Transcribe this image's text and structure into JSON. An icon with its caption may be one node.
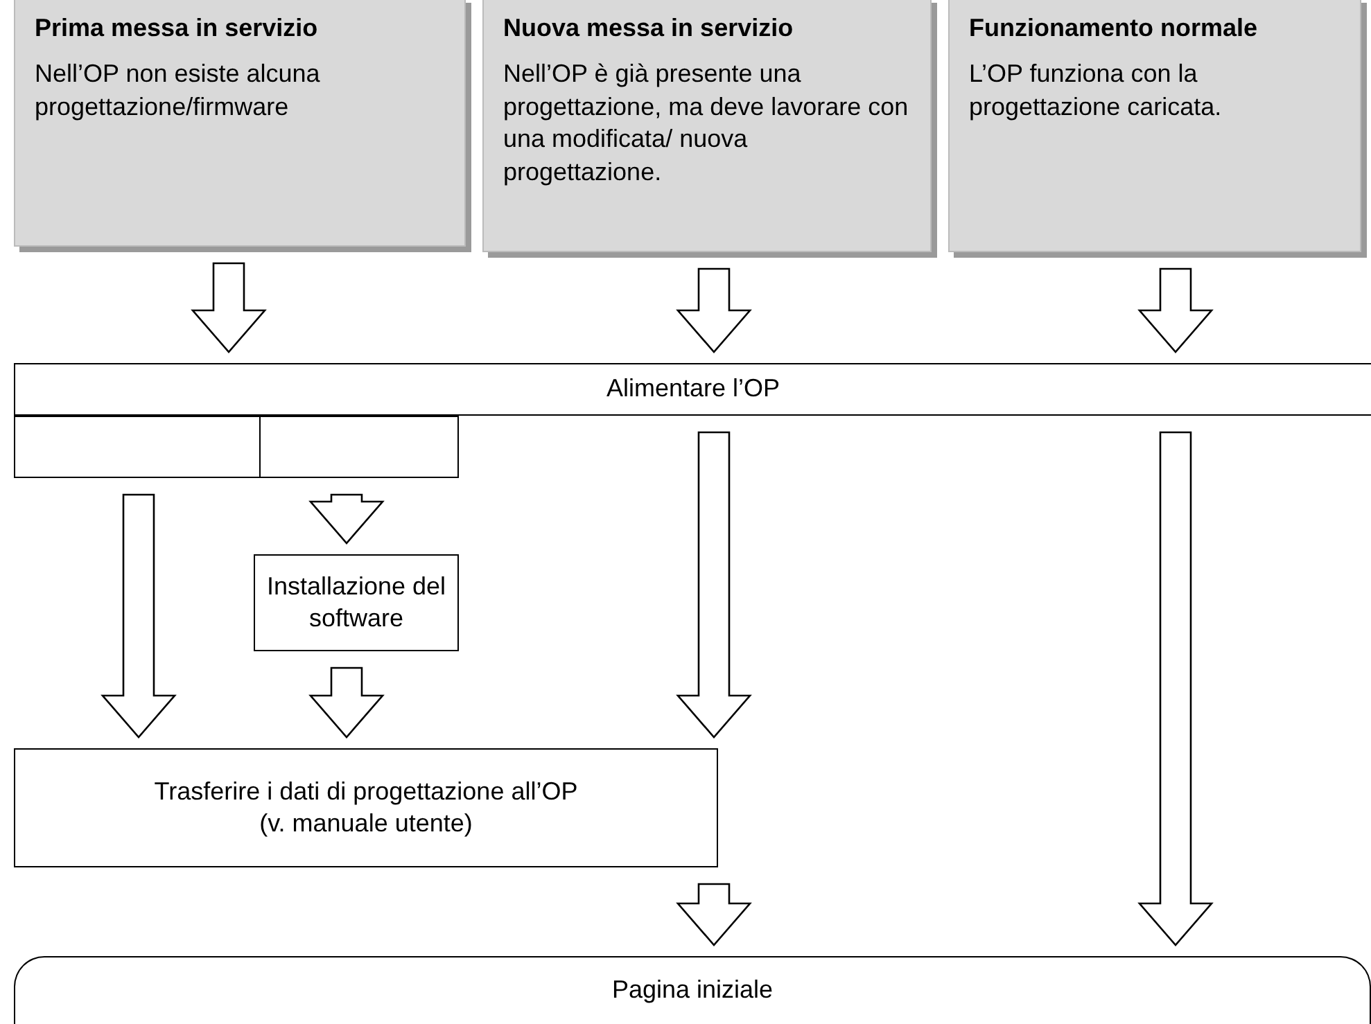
{
  "diagram": {
    "nodes": [
      {
        "text": [
          "Prima messa in servizio",
          "Nell’OP non esiste alcuna progettazione/firmware"
        ]
      },
      {
        "text": [
          "Nuova messa in servizio",
          "Nell’OP è già presente una progettazione, ma deve lavorare con una modificata/ nuova progettazione."
        ]
      },
      {
        "text": [
          "Funzionamento normale",
          "L’OP funziona con la progettazione caricata."
        ]
      },
      {
        "text": [
          "Alimentare l’OP"
        ]
      },
      {
        "text": [],
        "shape": "box"
      },
      {
        "text": [],
        "shape": "box"
      },
      {
        "text": [
          "Installazione del software"
        ]
      },
      {
        "text": [
          "Trasferire i dati di progettazione all’OP",
          "(v. manuale utente)"
        ]
      },
      {
        "text": [
          "Pagina iniziale"
        ]
      }
    ],
    "edges": [
      {
        "from": 0,
        "to": 3,
        "arrow": "to"
      },
      {
        "from": 1,
        "to": 3,
        "arrow": "to"
      },
      {
        "from": 2,
        "to": 3,
        "arrow": "to"
      },
      {
        "from": 4,
        "to": 7,
        "arrow": "to"
      },
      {
        "from": 5,
        "to": 6,
        "arrow": "to"
      },
      {
        "from": 6,
        "to": 7,
        "arrow": "to"
      },
      {
        "from": 3,
        "to": 7,
        "arrow": "to"
      },
      {
        "from": 7,
        "to": 8,
        "arrow": "to"
      },
      {
        "from": 3,
        "to": 8,
        "arrow": "to"
      }
    ]
  }
}
